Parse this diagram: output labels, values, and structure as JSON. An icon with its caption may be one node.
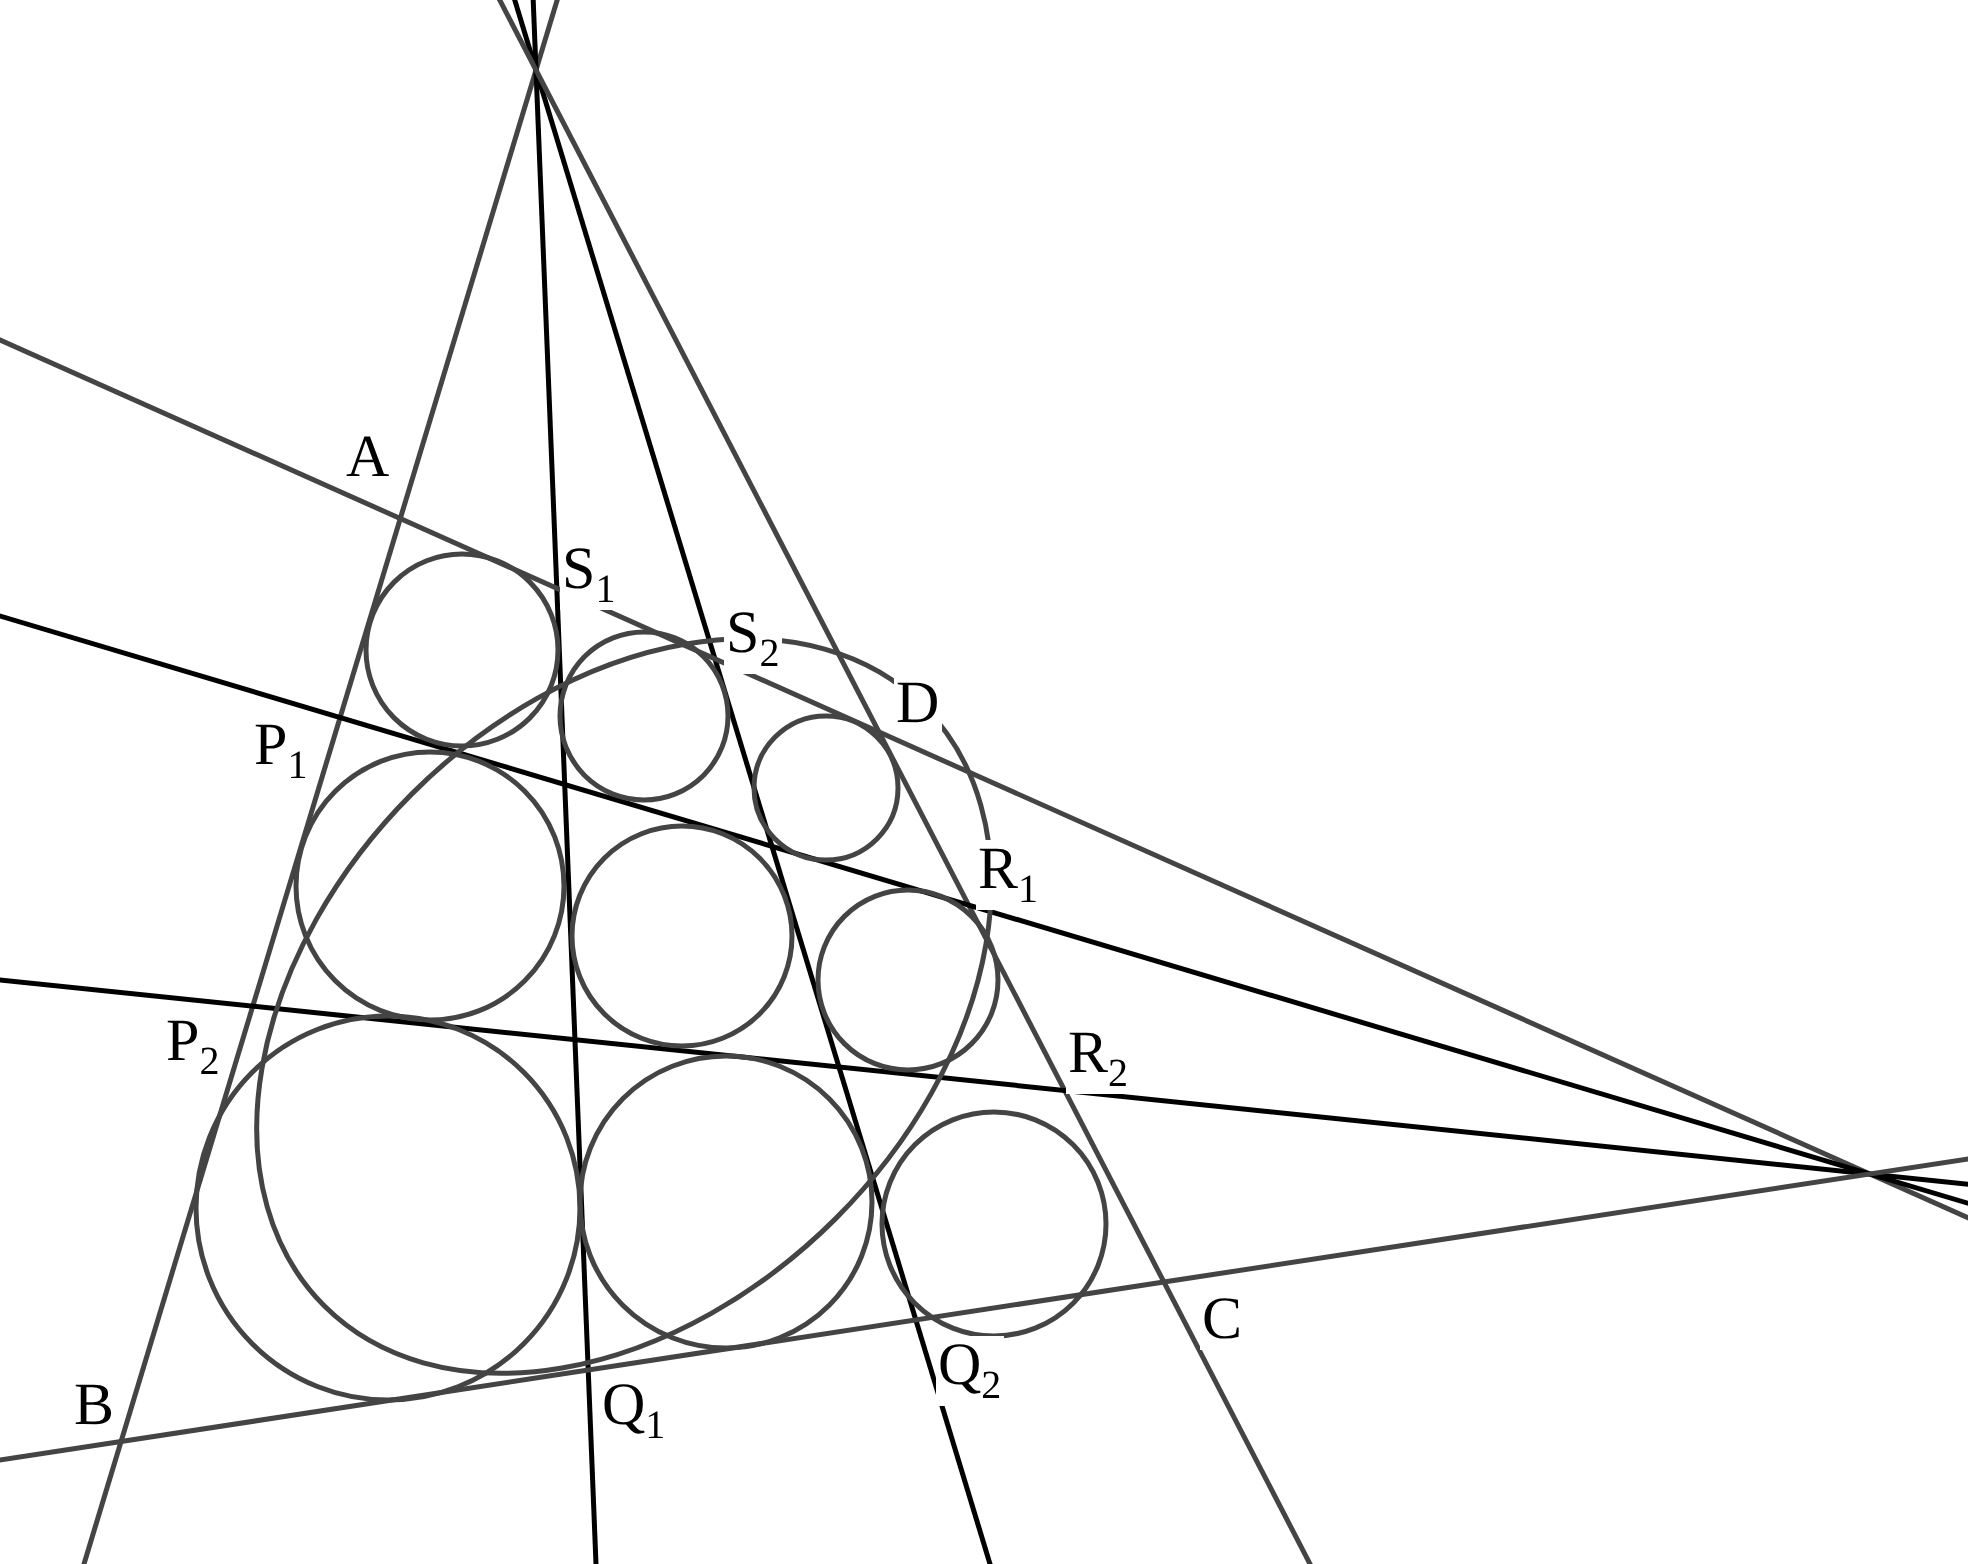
{
  "diagram": {
    "labels": [
      "A",
      "S$_{1}$",
      "S$_{2}$",
      "D",
      "P$_{1}$",
      "R$_{1}$",
      "P$_{2}$",
      "R$_{2}$",
      "B",
      "Q$_{1}$",
      "Q$_{2}$",
      "C"
    ]
  }
}
